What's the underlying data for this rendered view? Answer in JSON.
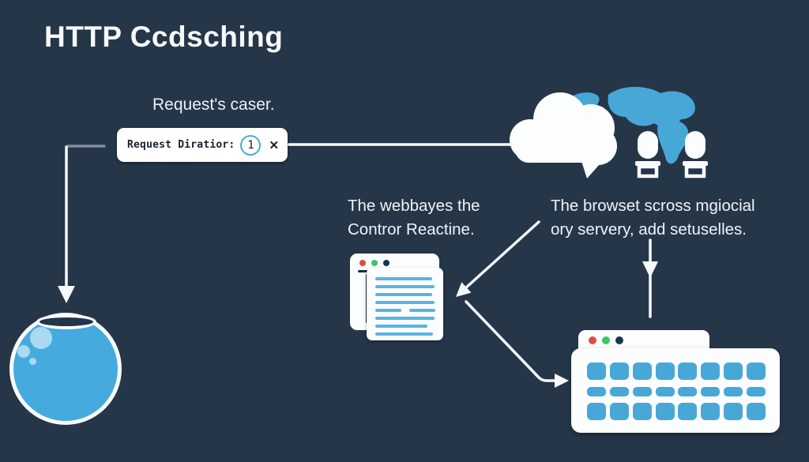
{
  "title": "HTTP Ccdsching",
  "request": {
    "label": "Request's caser.",
    "box_text": "Request Diratior:",
    "badge_value": "1",
    "close_glyph": "✕"
  },
  "captions": {
    "browser": {
      "line1": "The webbayes the",
      "line2": "Contror Reactine."
    },
    "server": {
      "line1": "The browset scross mgiocial",
      "line2": "ory servery, add setuselles."
    }
  },
  "icons": {
    "cloud_globe": "cloud-globe-icon",
    "map_pins": "map-pin-icon",
    "browser_window": "browser-window-icon",
    "server_keyboard": "server-keyboard-icon",
    "cache_sphere": "cache-sphere-icon"
  },
  "colors": {
    "background": "#253649",
    "accent_blue": "#47A8D8",
    "sphere_blue": "#45ABDE",
    "bubble_blue": "#A9DAF2",
    "text_line_blue": "#58B4E4",
    "badge_ring": "#49AECB",
    "white": "#FCFDFE",
    "dot_red": "#E14B42",
    "dot_green": "#3FC468",
    "dot_navy": "#1D3352",
    "arrow_white": "#F6F8FA",
    "stub_gray": "#7E8C9B"
  }
}
